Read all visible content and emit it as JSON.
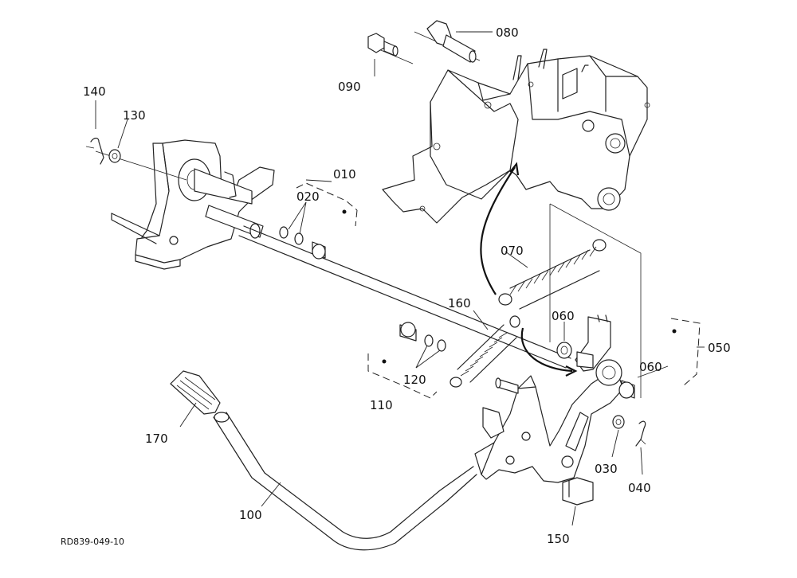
{
  "diagram": {
    "drawing_code": "RD839-049-10",
    "callouts": {
      "p010": "010",
      "p020": "020",
      "p030": "030",
      "p040": "040",
      "p050": "050",
      "p060a": "060",
      "p060b": "060",
      "p070": "070",
      "p080": "080",
      "p090": "090",
      "p100": "100",
      "p110": "110",
      "p120": "120",
      "p130": "130",
      "p140": "140",
      "p150": "150",
      "p160": "160",
      "p170": "170"
    }
  }
}
